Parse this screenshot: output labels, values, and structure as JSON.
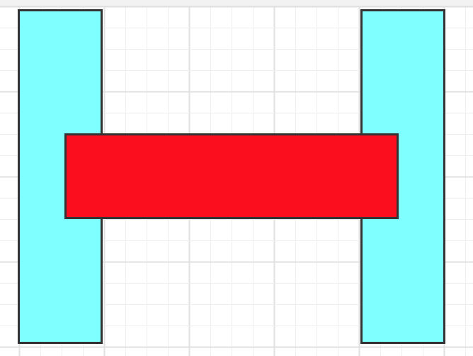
{
  "canvas": {
    "background": "#ffffff",
    "grid_minor_color": "#eeeeee",
    "grid_major_color": "#e0e0e0",
    "grid_visible": true
  },
  "shapes": {
    "left_pillar": {
      "shape": "rectangle",
      "fill": "#7fffff",
      "stroke": "#333333"
    },
    "right_pillar": {
      "shape": "rectangle",
      "fill": "#7fffff",
      "stroke": "#333333"
    },
    "crossbar": {
      "shape": "rectangle",
      "fill": "#fb0f1e",
      "stroke": "#333333"
    }
  }
}
